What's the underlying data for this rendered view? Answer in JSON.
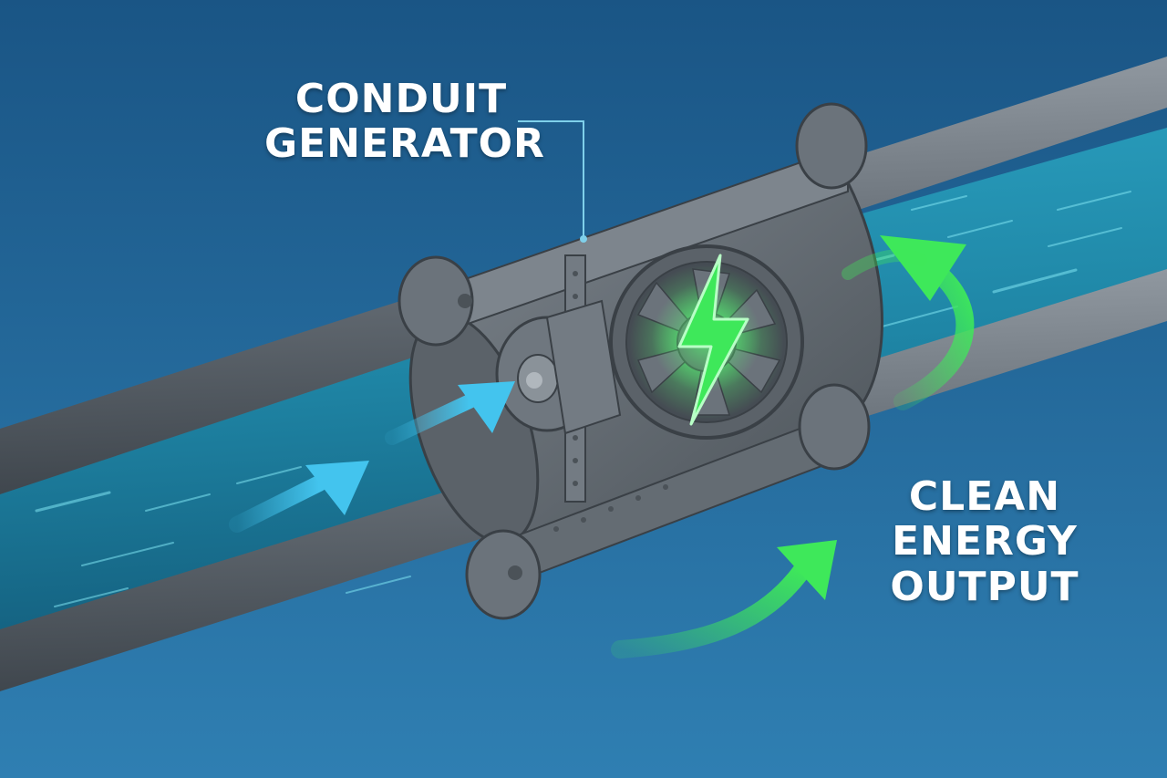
{
  "labels": {
    "generator": {
      "line1": "CONDUIT",
      "line2": "GENERATOR"
    },
    "output": {
      "line1": "CLEAN ENERGY",
      "line2": "OUTPUT"
    }
  },
  "colors": {
    "background_top": "#1a5585",
    "background_bottom": "#2f7fb2",
    "pipe_metal": "#6b737b",
    "pipe_shadow": "#3f464d",
    "water": "#1f86a6",
    "water_highlight": "#7fe4f2",
    "flow_arrow": "#43c4ee",
    "energy_green": "#3ee85a",
    "label_text": "#ffffff"
  },
  "icons": {
    "turbine": "turbine-fan-icon",
    "energy": "lightning-bolt-icon",
    "water_flow": "arrow-right-icon",
    "energy_output": "curved-arrow-up-icon"
  }
}
